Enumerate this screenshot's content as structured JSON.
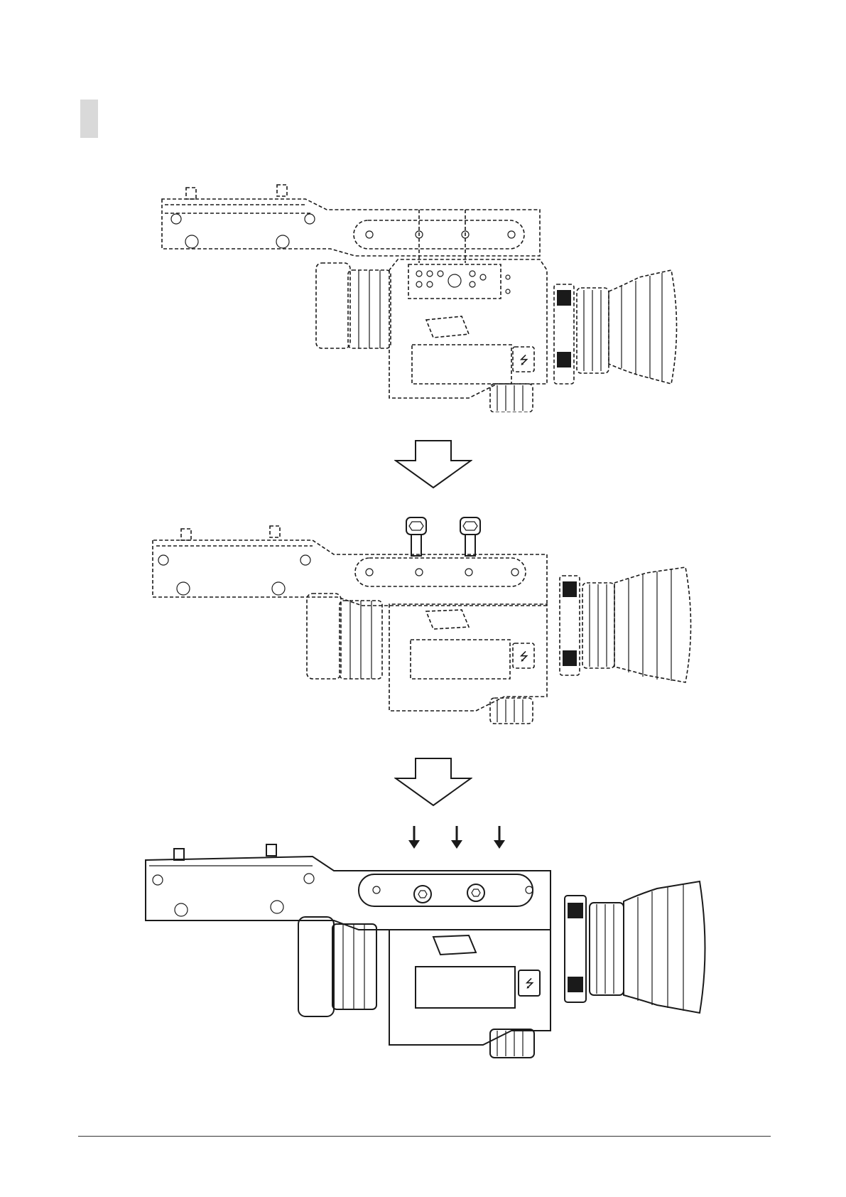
{
  "document": {
    "figures": [
      {
        "id": "step-1-bracket-above-device"
      },
      {
        "id": "step-2-screws-above-bracket"
      },
      {
        "id": "step-3-screws-fastened"
      }
    ],
    "step_arrows": 2,
    "push_arrows": 3
  }
}
